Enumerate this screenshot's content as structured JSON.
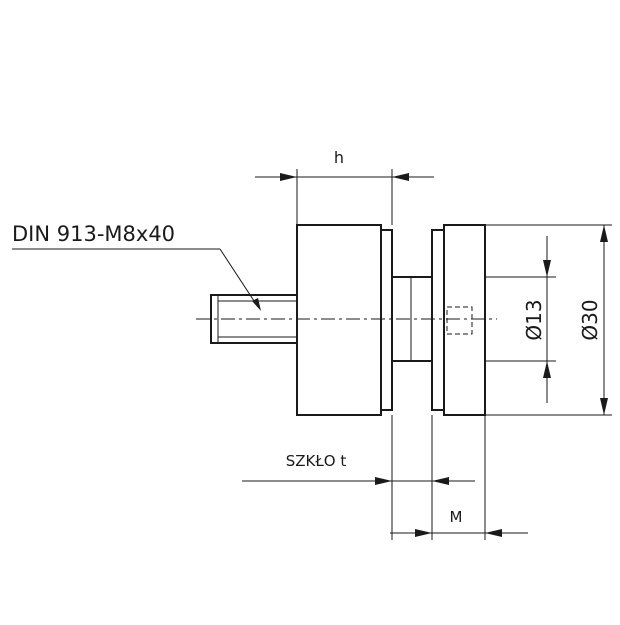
{
  "labels": {
    "part_code": "DIN 913-M8x40",
    "dim_h": "h",
    "dim_glass": "SZKŁO t",
    "dim_m": "M",
    "dim_d13": "Ø13",
    "dim_d30": "Ø30"
  }
}
